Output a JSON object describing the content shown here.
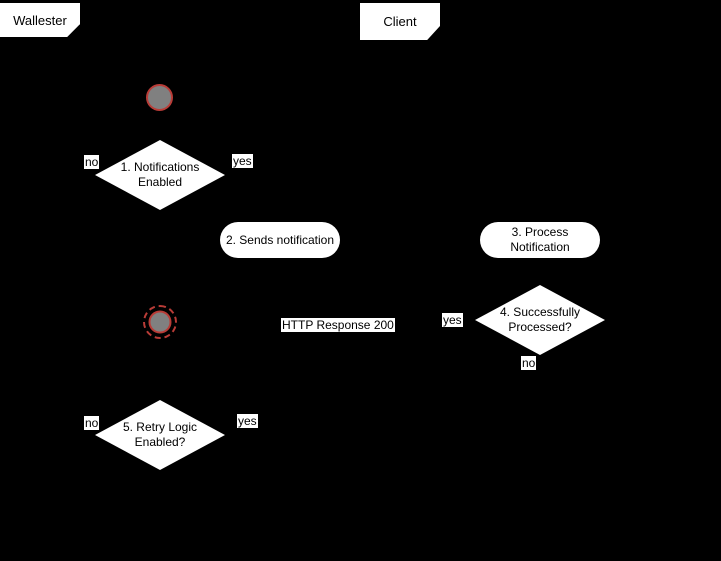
{
  "colors": {
    "background": "#000000",
    "node_fill": "#ffffff",
    "node_text": "#000000",
    "event_fill": "#808080",
    "event_stroke": "#b93c37",
    "label_bg": "#ffffff",
    "label_text": "#000000"
  },
  "lanes": {
    "wallester": {
      "label": "Wallester"
    },
    "client": {
      "label": "Client"
    }
  },
  "nodes": {
    "start_event": {
      "shape": "event-circle"
    },
    "decision_1": {
      "shape": "decision",
      "line1": "1. Notifications",
      "line2": "Enabled"
    },
    "process_2": {
      "shape": "process",
      "line1": "2. Sends notification"
    },
    "process_3": {
      "shape": "process",
      "line1": "3. Process",
      "line2": "Notification"
    },
    "decision_4": {
      "shape": "decision",
      "line1": "4. Successfully",
      "line2": "Processed?"
    },
    "end_event": {
      "shape": "event-circle-dashed"
    },
    "decision_5": {
      "shape": "decision",
      "line1": "5. Retry Logic",
      "line2": "Enabled?"
    }
  },
  "edge_labels": {
    "decision_1_no": "no",
    "decision_1_yes": "yes",
    "decision_4_yes": "yes",
    "decision_4_no": "no",
    "decision_5_no": "no",
    "decision_5_yes": "yes",
    "http_response": "HTTP Response 200"
  }
}
